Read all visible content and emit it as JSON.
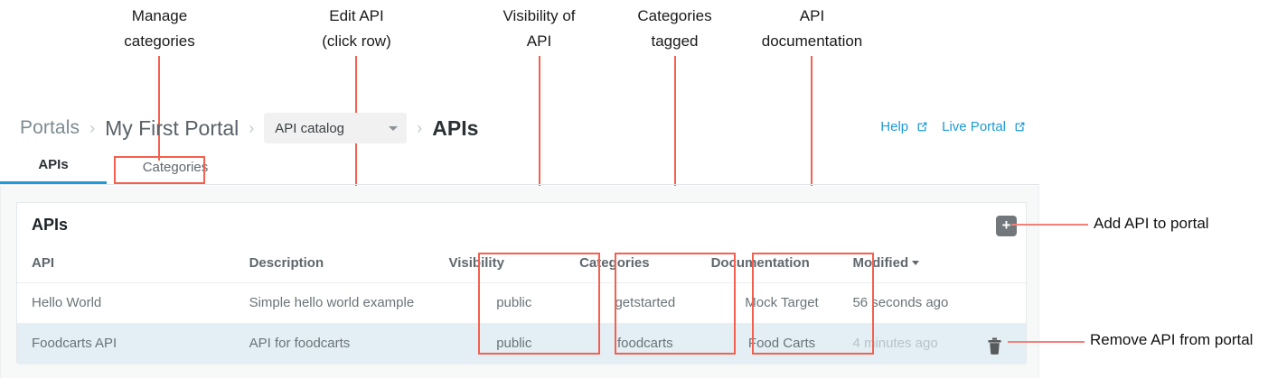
{
  "annotations": {
    "top": [
      {
        "name": "manage-categories",
        "text": "Manage\ncategories"
      },
      {
        "name": "edit-api",
        "text": "Edit API\n(click row)"
      },
      {
        "name": "visibility-of-api",
        "text": "Visibility of\nAPI"
      },
      {
        "name": "categories-tagged",
        "text": "Categories\ntagged"
      },
      {
        "name": "api-documentation",
        "text": "API\ndocumentation"
      }
    ],
    "side": [
      {
        "name": "add-api-to-portal",
        "text": "Add API to portal"
      },
      {
        "name": "remove-api-from-portal",
        "text": "Remove API from portal"
      }
    ],
    "line_color": "#f4604f",
    "box_color": "#f4604f"
  },
  "breadcrumb": {
    "root": "Portals",
    "portal": "My First Portal",
    "catalog_select": "API catalog",
    "current": "APIs",
    "separator": "›"
  },
  "top_links": [
    {
      "name": "help-link",
      "label": "Help"
    },
    {
      "name": "live-portal-link",
      "label": "Live Portal"
    }
  ],
  "tabs": [
    {
      "name": "tab-apis",
      "label": "APIs",
      "active": true
    },
    {
      "name": "tab-categories",
      "label": "Categories",
      "active": false
    }
  ],
  "card": {
    "title": "APIs",
    "add_button_label": "+",
    "accent_color": "#1f9ad6",
    "row_highlight_color": "#e3eff5"
  },
  "table": {
    "columns": [
      {
        "key": "api",
        "label": "API"
      },
      {
        "key": "description",
        "label": "Description"
      },
      {
        "key": "visibility",
        "label": "Visibility"
      },
      {
        "key": "categories",
        "label": "Categories"
      },
      {
        "key": "documentation",
        "label": "Documentation"
      },
      {
        "key": "modified",
        "label": "Modified",
        "sorted": true,
        "sort_direction": "desc"
      }
    ],
    "rows": [
      {
        "api": "Hello World",
        "description": "Simple hello world example",
        "visibility": "public",
        "categories": "getstarted",
        "documentation": "Mock Target",
        "modified": "56 seconds ago",
        "highlighted": false
      },
      {
        "api": "Foodcarts API",
        "description": "API for foodcarts",
        "visibility": "public",
        "categories": "foodcarts",
        "documentation": "Food Carts",
        "modified": "4 minutes ago",
        "highlighted": true
      }
    ]
  }
}
